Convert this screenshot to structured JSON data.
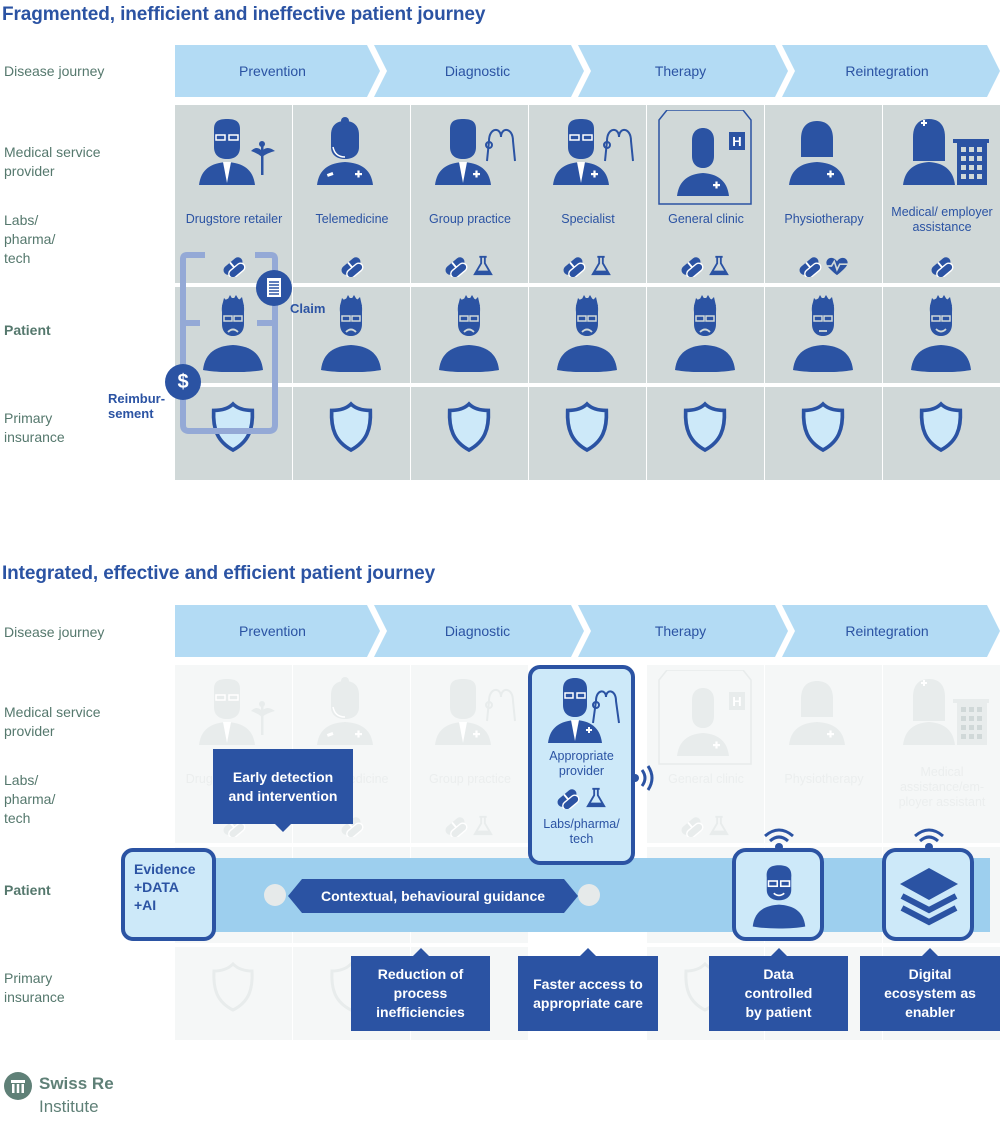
{
  "colors": {
    "brand_blue": "#2b53a3",
    "light_blue": "#b3dbf4",
    "pale_blue": "#cde9f9",
    "column_grey": "#d0d8d8",
    "label_green": "#55786d",
    "flow_line": "#94a9d6"
  },
  "section1": {
    "title": "Fragmented, inefficient and ineffective patient journey",
    "row_labels": {
      "disease_journey": "Disease journey",
      "medical_service_provider": "Medical service provider",
      "labs_pharma_tech": "Labs/ pharma/ tech",
      "patient": "Patient",
      "primary_insurance": "Primary insurance"
    },
    "stages": [
      "Prevention",
      "Diagnostic",
      "Therapy",
      "Reintegration"
    ],
    "providers": [
      {
        "label": "Drugstore retailer",
        "icon": "pharmacist-caduceus-icon",
        "labs": [
          "pills-icon"
        ],
        "patient_mood": "sad"
      },
      {
        "label": "Telemedicine",
        "icon": "telemedicine-headset-icon",
        "labs": [
          "pills-icon"
        ],
        "patient_mood": "sad"
      },
      {
        "label": "Group practice",
        "icon": "doctor-stethoscope-icon",
        "labs": [
          "pills-icon",
          "flask-icon"
        ],
        "patient_mood": "sad"
      },
      {
        "label": "Specialist",
        "icon": "specialist-stethoscope-icon",
        "labs": [
          "pills-icon",
          "flask-icon"
        ],
        "patient_mood": "sad"
      },
      {
        "label": "General clinic",
        "icon": "hospital-clinic-icon",
        "labs": [
          "pills-icon",
          "flask-icon"
        ],
        "patient_mood": "sad"
      },
      {
        "label": "Physiotherapy",
        "icon": "physiotherapist-icon",
        "labs": [
          "pills-icon",
          "heart-pulse-icon"
        ],
        "patient_mood": "neutral"
      },
      {
        "label": "Medical/ employer assistance",
        "icon": "nurse-building-icon",
        "labs": [
          "pills-icon"
        ],
        "patient_mood": "happy"
      }
    ],
    "flow": {
      "claim_label": "Claim",
      "reimbursement_label": "Reimbur- sement",
      "claim_icon": "document-icon",
      "reimbursement_icon": "dollar-icon"
    }
  },
  "section2": {
    "title": "Integrated, effective and efficient patient journey",
    "row_labels": {
      "disease_journey": "Disease journey",
      "medical_service_provider": "Medical service provider",
      "labs_pharma_tech": "Labs/ pharma/ tech",
      "patient": "Patient",
      "primary_insurance": "Primary insurance"
    },
    "stages": [
      "Prevention",
      "Diagnostic",
      "Therapy",
      "Reintegration"
    ],
    "faded_providers": [
      "Drugstore retailer",
      "Telemedicine",
      "Group practice",
      "",
      "General clinic",
      "Physiotherapy",
      "Medical assistance/em- ployer assistant"
    ],
    "highlight_provider": {
      "label": "Appropriate provider",
      "labs_label": "Labs/pharma/ tech"
    },
    "evidence_box": {
      "line1": "Evidence",
      "line2": "+DATA",
      "line3": "+AI"
    },
    "guidance_label": "Contextual, behavioural guidance",
    "callouts": {
      "early_detection": "Early detection and intervention",
      "reduction": "Reduction of process inefficiencies",
      "faster_access": "Faster access to appropriate care",
      "data_controlled": "Data controlled by patient",
      "digital_ecosystem": "Digital ecosystem as enabler"
    }
  },
  "logo": {
    "name": "Swiss Re",
    "sub": "Institute"
  }
}
